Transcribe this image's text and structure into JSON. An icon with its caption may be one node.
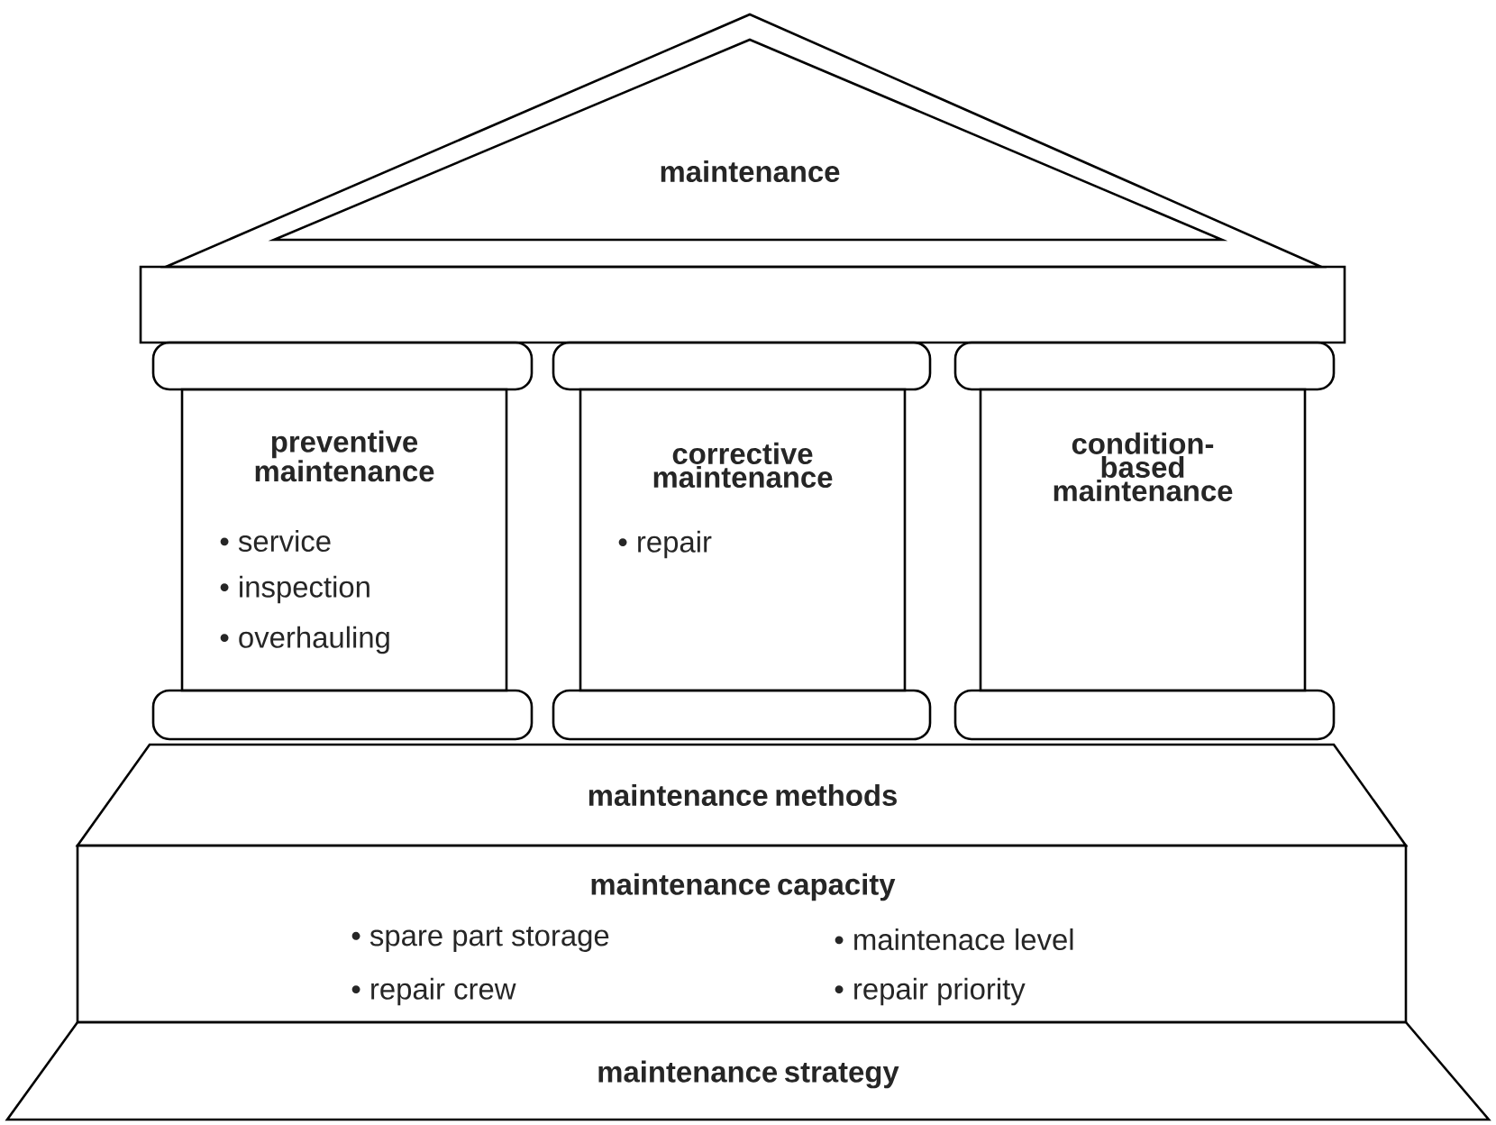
{
  "diagram": {
    "nodes": [
      {
        "text": [
          "maintenance"
        ]
      },
      {
        "text": [
          "preventive maintenance",
          "• service",
          "• inspection",
          "• overhauling"
        ]
      },
      {
        "text": [
          "corrective maintenance",
          "• repair"
        ]
      },
      {
        "text": [
          "condition-based maintenance"
        ]
      },
      {
        "text": [
          "maintenance methods"
        ]
      },
      {
        "text": [
          "maintenance capacity",
          "• spare part storage",
          "• maintenace level",
          "• repair crew",
          "• repair priority"
        ]
      },
      {
        "text": [
          "maintenance strategy"
        ]
      }
    ]
  }
}
